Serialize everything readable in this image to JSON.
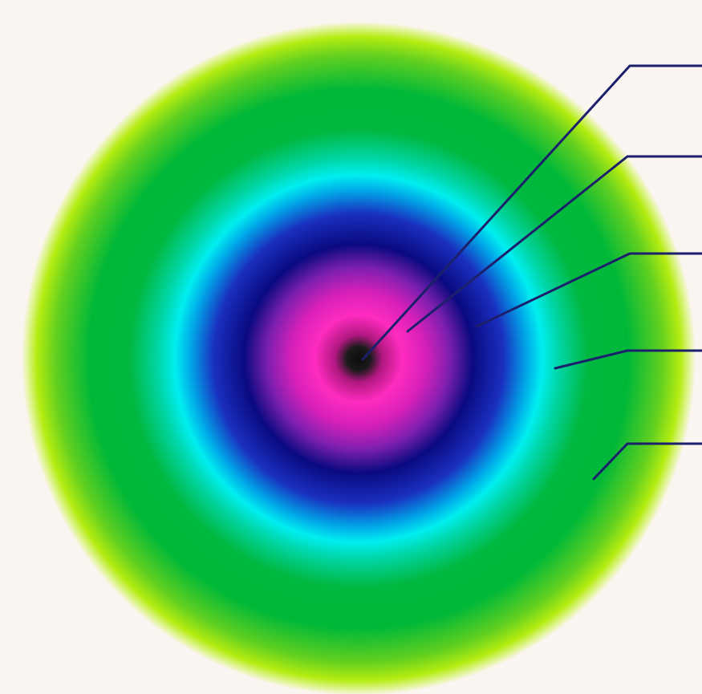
{
  "background": "#faf5f0",
  "rings": [
    {
      "name": "core",
      "color": "#111111"
    },
    {
      "name": "pink",
      "color": "#ff2bc0"
    },
    {
      "name": "purple",
      "color": "#7d1fb0"
    },
    {
      "name": "navy",
      "color": "#0a0a80"
    },
    {
      "name": "blue",
      "color": "#1830c8"
    },
    {
      "name": "cyan",
      "color": "#00e8f0"
    },
    {
      "name": "green",
      "color": "#00b840"
    },
    {
      "name": "lime",
      "color": "#a8e800"
    }
  ],
  "leader_color": "#1c1f6b",
  "leaders": [
    {
      "name": "leader-line-1"
    },
    {
      "name": "leader-line-2"
    },
    {
      "name": "leader-line-3"
    },
    {
      "name": "leader-line-4"
    },
    {
      "name": "leader-line-5"
    }
  ]
}
